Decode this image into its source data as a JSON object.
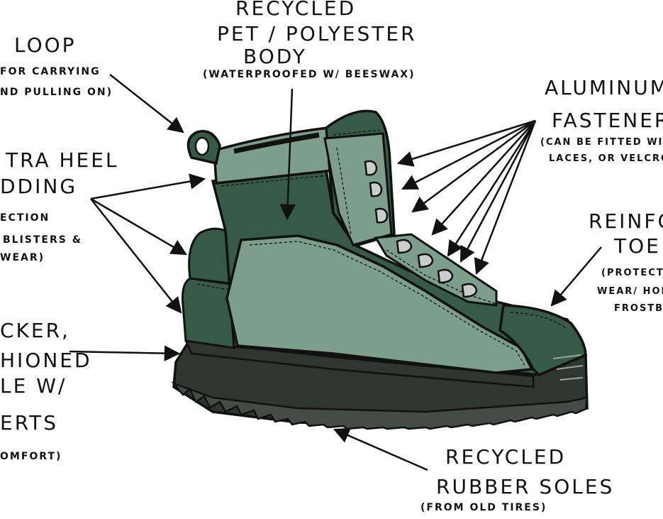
{
  "labels": {
    "body_title_1": "RECYCLED",
    "body_title_2": "PET / POLYESTER",
    "body_title_3": "BODY",
    "body_note": "(WATERPROOFED W/ BEESWAX)",
    "loop_title": "LOOP",
    "loop_note_1": "FOR CARRYING",
    "loop_note_2": "ND PULLING ON)",
    "heel_title_1": "TRA HEEL",
    "heel_title_2": "DDING",
    "heel_note_1": "ECTION",
    "heel_note_2": "BLISTERS &",
    "heel_note_3": "WEAR)",
    "fasteners_title_1": "ALUMINUM",
    "fasteners_title_2": "FASTENERS",
    "fasteners_note_1": "(CAN BE FITTED WITH",
    "fasteners_note_2": "LACES, OR VELCRO)",
    "toe_title_1": "REINFO",
    "toe_title_2": "TOE",
    "toe_note_1": "(PROTECT",
    "toe_note_2": "WEAR/ HOL",
    "toe_note_3": "FROSTB",
    "sole_left_1": "CKER,",
    "sole_left_2": "HIONED",
    "sole_left_3": "LE W/",
    "sole_left_4": "ERTS",
    "sole_left_5": "OMFORT)",
    "soles_title_1": "RECYCLED",
    "soles_title_2": "RUBBER SOLES",
    "soles_note": "(FROM OLD TIRES)"
  },
  "colors": {
    "outline": "#111111",
    "dark_green": "#365a46",
    "light_green": "#7e9e8c",
    "sole_dark": "#2f3530",
    "tread": "#454b46",
    "metal": "#c9cdcb"
  }
}
